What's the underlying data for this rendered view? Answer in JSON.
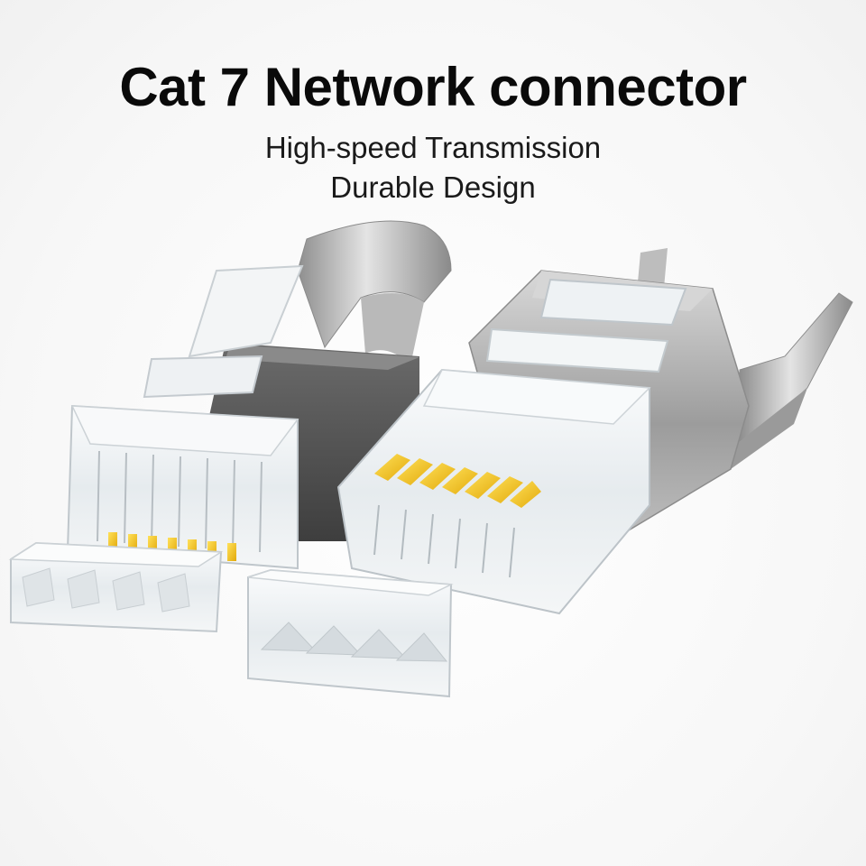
{
  "headline": "Cat 7 Network connector",
  "features": [
    "High-speed Transmission",
    "Durable Design"
  ],
  "colors": {
    "gold_contacts": "#f4c21a",
    "metal_shield": "#a8a8a8",
    "clear_plastic": "#e9edf0",
    "title_text": "#0a0a0a"
  },
  "objects": [
    "left-rj45-plug",
    "right-rj45-plug",
    "left-wire-load-bar",
    "right-wire-load-bar",
    "left-metal-strain-relief",
    "right-metal-strain-relief"
  ]
}
